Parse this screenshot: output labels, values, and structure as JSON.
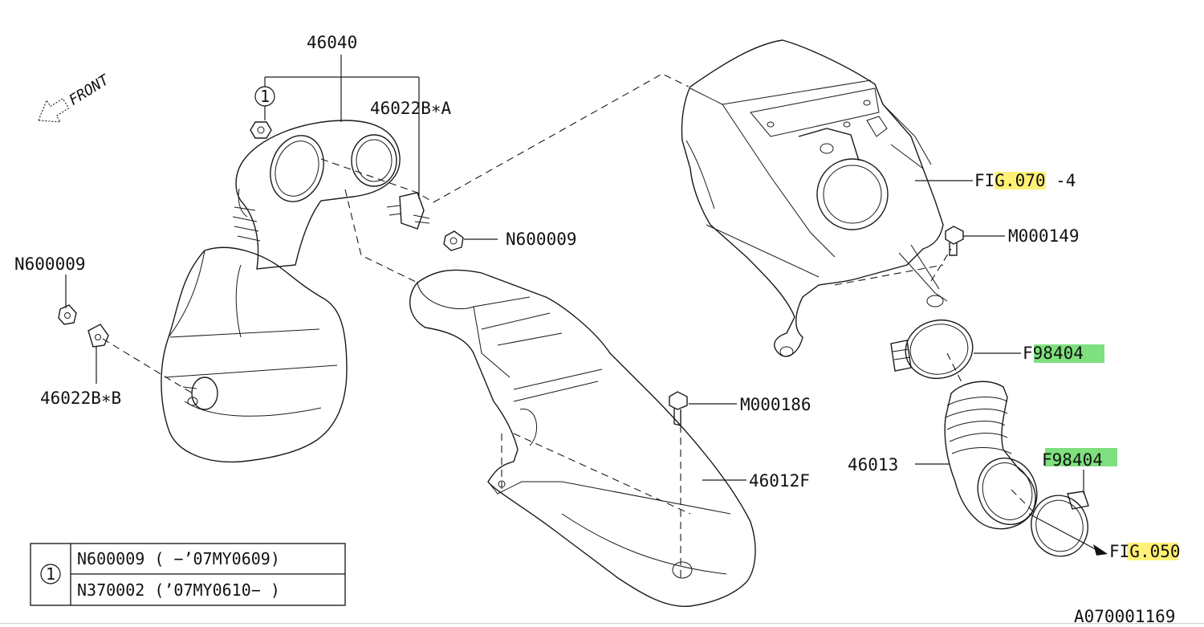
{
  "front_marker": "FRONT",
  "callouts": {
    "c46040": "46040",
    "c46022BA": "46022B∗A",
    "c46022BB": "46022B∗B",
    "nutTop": "N600009",
    "nutLeft": "N600009",
    "m000149": "M000149",
    "m000186": "M000186",
    "c46012F": "46012F",
    "c46013": "46013",
    "ref_code": "A070001169"
  },
  "figure_refs": {
    "fig070": {
      "pre": "FI",
      "hl": "G.07",
      "post": "0 -4"
    },
    "fig050": {
      "pre": "FI",
      "hl": "G.05",
      "post": "0"
    }
  },
  "clamps": {
    "upper": {
      "pre": "F",
      "hl": "98404"
    },
    "lower": {
      "pre": "",
      "hl": "F98404"
    }
  },
  "legend": {
    "symbol": "1",
    "rows": [
      "N600009 ( −’07MY0609)",
      "N370002 (’07MY0610− )"
    ]
  },
  "highlight_colors": {
    "yellow": "#fff176",
    "green": "#7ee07e"
  }
}
